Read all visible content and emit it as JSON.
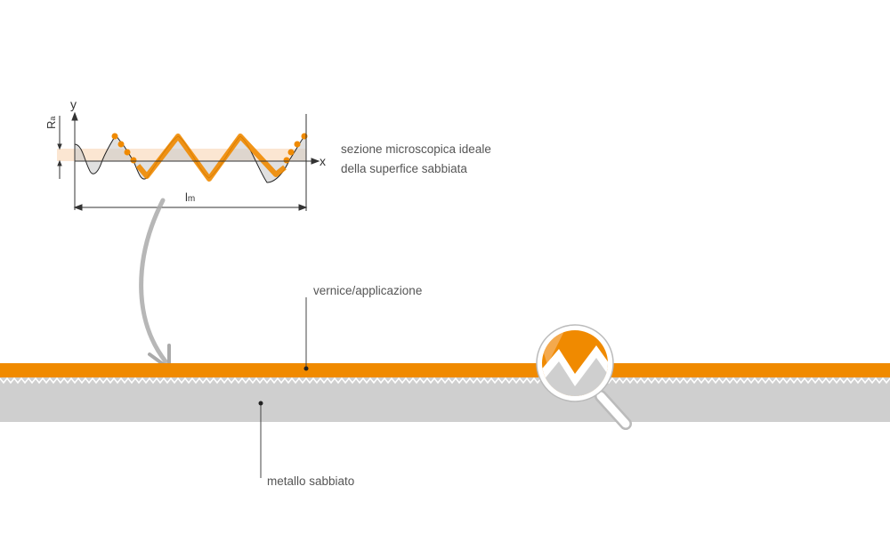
{
  "diagram": {
    "axis_y_label": "y",
    "axis_x_label": "x",
    "ra_label": "R",
    "ra_sub": "a",
    "lm_label": "l",
    "lm_sub": "m",
    "caption_line1": "sezione microscopica ideale",
    "caption_line2": "della superfice sabbiata",
    "coating_label": "vernice/applicazione",
    "metal_label": "metallo sabbiato"
  },
  "colors": {
    "orange": "#f08a00",
    "gray": "#cfcfcf",
    "band": "#fbe6d2",
    "text": "#555555"
  }
}
